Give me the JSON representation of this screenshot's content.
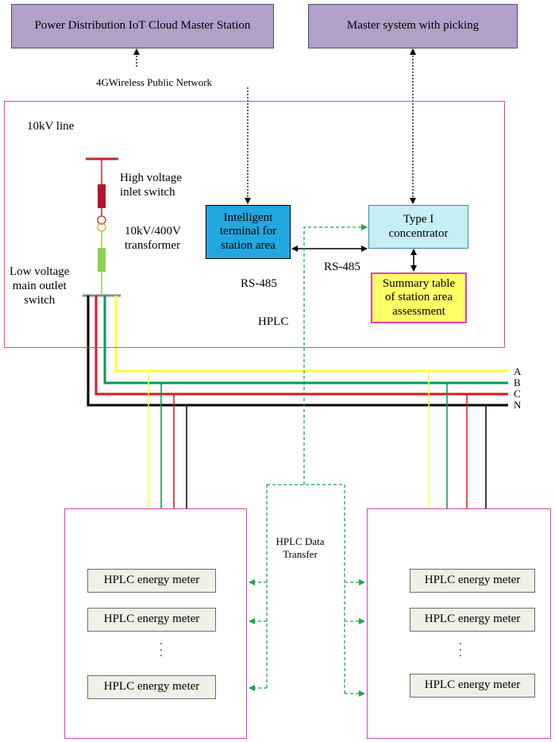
{
  "top": {
    "cloud_station": "Power Distribution IoT Cloud Master Station",
    "master_picking": "Master system with picking",
    "wireless_label": "4GWireless Public Network"
  },
  "station": {
    "line_label": "10kV line",
    "hv_switch": [
      "High voltage",
      "inlet switch"
    ],
    "transformer": [
      "10kV/400V",
      "transformer"
    ],
    "lv_switch": [
      "Low voltage",
      "main outlet",
      "switch"
    ],
    "terminal": [
      "Intelligent",
      "terminal for",
      "station area"
    ],
    "concentrator": [
      "Type I",
      "concentrator"
    ],
    "summary": [
      "Summary table",
      "of station area",
      "assessment"
    ],
    "rs485_left": "RS-485",
    "rs485_right": "RS-485",
    "hplc": "HPLC"
  },
  "phases": [
    "A",
    "B",
    "C",
    "N"
  ],
  "transfer_label": [
    "HPLC Data",
    "Transfer"
  ],
  "meters_left": [
    "HPLC energy meter",
    "HPLC energy meter",
    "HPLC energy meter"
  ],
  "meters_right": [
    "HPLC energy meter",
    "HPLC energy meter",
    "HPLC energy meter"
  ],
  "colors": {
    "phase_a": "#ffff33",
    "phase_b": "#009a4e",
    "phase_c": "#e8141c",
    "neutral": "#000000",
    "frame": "#e040b8",
    "dashed_green": "#1aa84a",
    "purple_fill": "#b1a0c7",
    "terminal_fill": "#22a7e0",
    "concentrator_fill": "#c7eef5",
    "summary_fill": "#ffff66",
    "meter_fill": "#eef2e6"
  }
}
